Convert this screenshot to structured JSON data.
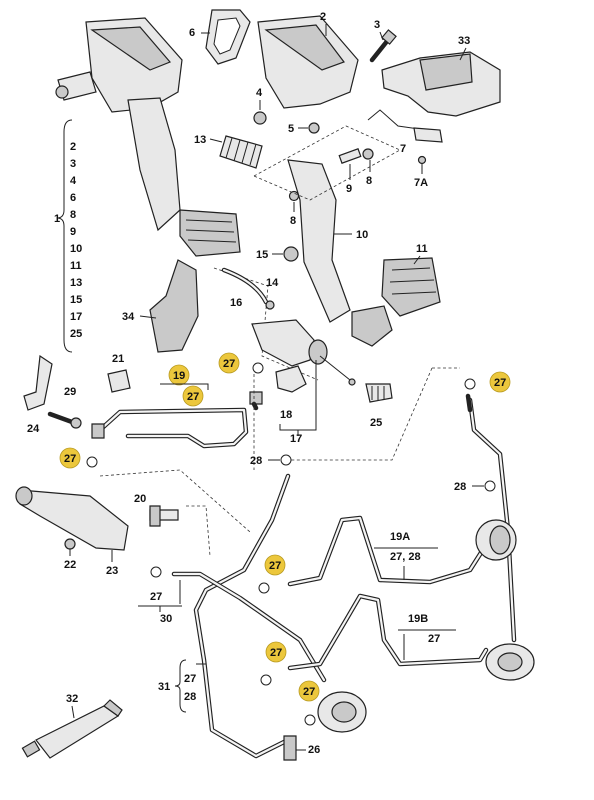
{
  "callouts": {
    "c1": "1",
    "c2": "2",
    "c3": "3",
    "c4": "4",
    "c5": "5",
    "c6": "6",
    "c7": "7",
    "c7a": "7A",
    "c8a": "8",
    "c8b": "8",
    "c9": "9",
    "c10": "10",
    "c11": "11",
    "c13": "13",
    "c14": "14",
    "c15": "15",
    "c16": "16",
    "c17": "17",
    "c18": "18",
    "c19": "19",
    "c19a": "19A",
    "c19b": "19B",
    "c20": "20",
    "c21": "21",
    "c22": "22",
    "c23": "23",
    "c24": "24",
    "c25": "25",
    "c26": "26",
    "c28a": "28",
    "c28b": "28",
    "c29": "29",
    "c30": "30",
    "c31": "31",
    "c32": "32",
    "c33": "33",
    "c34": "34"
  },
  "group_1_list": [
    "2",
    "3",
    "4",
    "6",
    "8",
    "9",
    "10",
    "11",
    "13",
    "15",
    "17",
    "25"
  ],
  "sub_labels": {
    "s19_27": "27",
    "s19a_27_28": "27, 28",
    "s19b_27": "27",
    "s30_27": "27",
    "s31_27": "27",
    "s31_28": "28"
  },
  "highlighted_27": [
    "27",
    "27",
    "27",
    "27",
    "27",
    "27",
    "27"
  ],
  "colors": {
    "highlight": "#ecc73c",
    "line": "#222222",
    "part_fill": "#e8e8e8"
  }
}
